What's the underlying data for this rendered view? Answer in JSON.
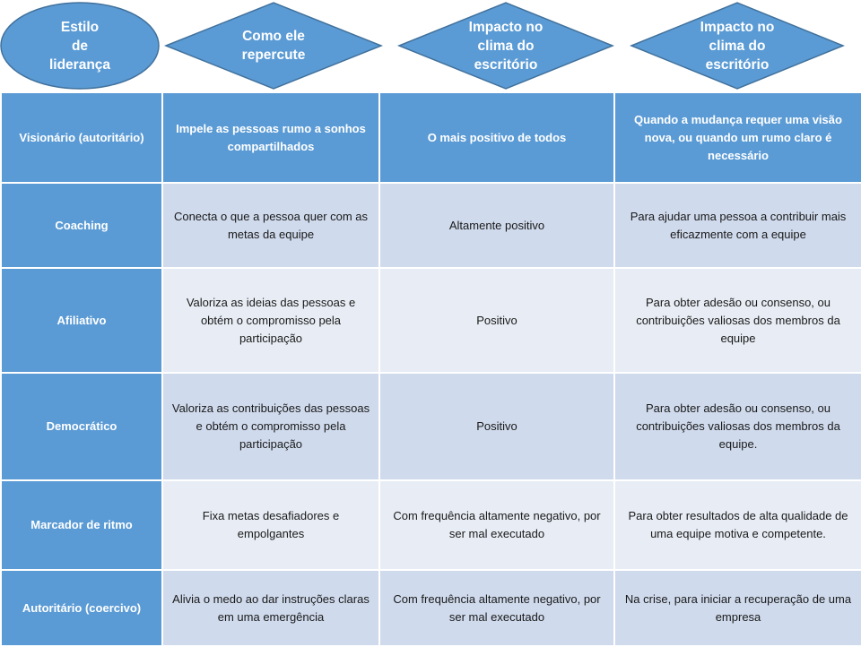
{
  "colors": {
    "accent": "#5b9bd5",
    "shape_border": "#41719c",
    "band_dark": "#cfdaec",
    "band_light": "#e8edf5",
    "text_on_accent": "#ffffff"
  },
  "header": {
    "style": "Estilo\nde\nliderança",
    "repercussion": "Como ele\nrepercute",
    "impact1": "Impacto no\nclima do\nescritório",
    "impact2": "Impacto no\nclima do\nescritório"
  },
  "rows": [
    {
      "style": "Visionário (autoritário)",
      "repercussion": "Impele as pessoas rumo a sonhos compartilhados",
      "impact": "O mais positivo de todos",
      "when": "Quando a mudança requer uma visão nova, ou quando um rumo claro é necessário"
    },
    {
      "style": "Coaching",
      "repercussion": "Conecta o que a pessoa quer com as metas da equipe",
      "impact": "Altamente positivo",
      "when": "Para ajudar uma pessoa a contribuir mais eficazmente com a equipe"
    },
    {
      "style": "Afiliativo",
      "repercussion": "Valoriza as ideias das pessoas e obtém o compromisso pela participação",
      "impact": "Positivo",
      "when": "Para obter adesão ou consenso, ou contribuições valiosas dos membros da equipe"
    },
    {
      "style": "Democrático",
      "repercussion": "Valoriza as contribuições das pessoas e obtém o compromisso pela participação",
      "impact": "Positivo",
      "when": "Para obter adesão ou consenso, ou contribuições valiosas dos membros da equipe."
    },
    {
      "style": "Marcador de ritmo",
      "repercussion": "Fixa metas desafiadores e empolgantes",
      "impact": "Com frequência altamente negativo, por ser mal executado",
      "when": "Para obter resultados de alta qualidade de uma equipe motiva e competente."
    },
    {
      "style": "Autoritário (coercivo)",
      "repercussion": "Alivia o medo ao dar instruções claras em uma emergência",
      "impact": "Com frequência altamente negativo, por ser mal executado",
      "when": "Na crise, para iniciar a recuperação de uma empresa"
    }
  ]
}
